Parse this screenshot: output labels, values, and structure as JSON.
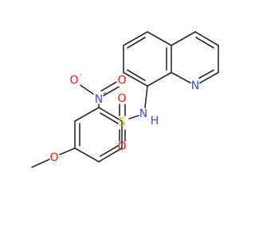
{
  "molecule": {
    "atoms": {
      "nitro_o_minus": {
        "symbol": "O",
        "charge": "-",
        "color": "#ff0d0d"
      },
      "nitro_n": {
        "symbol": "N",
        "charge": "+",
        "color": "#3050f8"
      },
      "nitro_o": {
        "symbol": "O",
        "color": "#ff0d0d"
      },
      "sulfonyl_s": {
        "symbol": "S",
        "color": "#c8b400"
      },
      "sulfonyl_o_top": {
        "symbol": "O",
        "color": "#ff0d0d"
      },
      "sulfonyl_o_bottom": {
        "symbol": "O",
        "color": "#ff0d0d"
      },
      "amide_n": {
        "symbol": "N",
        "color": "#3050f8"
      },
      "amide_h": {
        "symbol": "H",
        "color": "#3050f8"
      },
      "quinoline_n": {
        "symbol": "N",
        "color": "#3050f8"
      },
      "methoxy_o": {
        "symbol": "O",
        "color": "#ff0d0d"
      }
    },
    "bond_color": "#2b2b2b"
  }
}
